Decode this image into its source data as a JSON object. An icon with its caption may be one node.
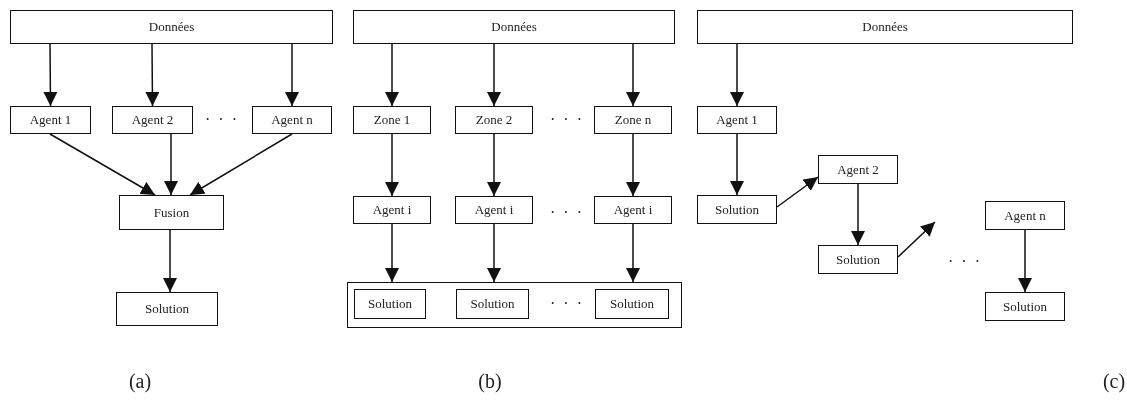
{
  "diagram": {
    "nodes": [
      {
        "text": [
          "Données"
        ]
      },
      {
        "text": [
          "Agent 1"
        ]
      },
      {
        "text": [
          "Agent 2"
        ]
      },
      {
        "text": [
          "Agent n"
        ]
      },
      {
        "text": [
          "Fusion"
        ]
      },
      {
        "text": [
          "Solution"
        ]
      },
      {
        "text": [
          "Données"
        ]
      },
      {
        "text": [
          "Zone 1"
        ]
      },
      {
        "text": [
          "Zone 2"
        ]
      },
      {
        "text": [
          "Zone n"
        ]
      },
      {
        "text": [
          "Agent i"
        ]
      },
      {
        "text": [
          "Agent i"
        ]
      },
      {
        "text": [
          "Agent i"
        ]
      },
      {
        "text": [],
        "shape": "box"
      },
      {
        "text": [
          "Solution"
        ],
        "in": 13
      },
      {
        "text": [
          "Solution"
        ],
        "in": 13
      },
      {
        "text": [
          "Solution"
        ],
        "in": 13
      },
      {
        "text": [
          "Données"
        ]
      },
      {
        "text": [
          "Agent 1"
        ]
      },
      {
        "text": [
          "Solution"
        ]
      },
      {
        "text": [
          "Agent 2"
        ]
      },
      {
        "text": [
          "Solution"
        ]
      },
      {
        "text": [
          "Agent n"
        ]
      },
      {
        "text": [
          "Solution"
        ]
      }
    ],
    "edges": [
      {
        "from": 0,
        "to": 1,
        "arrow": "to"
      },
      {
        "from": 0,
        "to": 2,
        "arrow": "to"
      },
      {
        "from": 0,
        "to": 3,
        "arrow": "to"
      },
      {
        "from": 1,
        "to": 4,
        "arrow": "to"
      },
      {
        "from": 2,
        "to": 4,
        "arrow": "to"
      },
      {
        "from": 3,
        "to": 4,
        "arrow": "to"
      },
      {
        "from": 4,
        "to": 5,
        "arrow": "to"
      },
      {
        "from": 6,
        "to": 7,
        "arrow": "to"
      },
      {
        "from": 6,
        "to": 8,
        "arrow": "to"
      },
      {
        "from": 6,
        "to": 9,
        "arrow": "to"
      },
      {
        "from": 7,
        "to": 10,
        "arrow": "to"
      },
      {
        "from": 8,
        "to": 11,
        "arrow": "to"
      },
      {
        "from": 9,
        "to": 12,
        "arrow": "to"
      },
      {
        "from": 10,
        "to": 13,
        "arrow": "to"
      },
      {
        "from": 11,
        "to": 13,
        "arrow": "to"
      },
      {
        "from": 12,
        "to": 13,
        "arrow": "to"
      },
      {
        "from": 17,
        "to": 18,
        "arrow": "to"
      },
      {
        "from": 18,
        "to": 19,
        "arrow": "to"
      },
      {
        "from": 19,
        "to": 20,
        "arrow": "to"
      },
      {
        "from": 20,
        "to": 21,
        "arrow": "to"
      },
      {
        "from": 21,
        "to": null,
        "arrow": "to"
      },
      {
        "from": 22,
        "to": 23,
        "arrow": "to"
      }
    ],
    "labels": [
      "· · ·",
      "· · ·",
      "· · ·",
      "· · ·",
      "· · ·",
      "(a)",
      "(b)",
      "(c)"
    ]
  }
}
